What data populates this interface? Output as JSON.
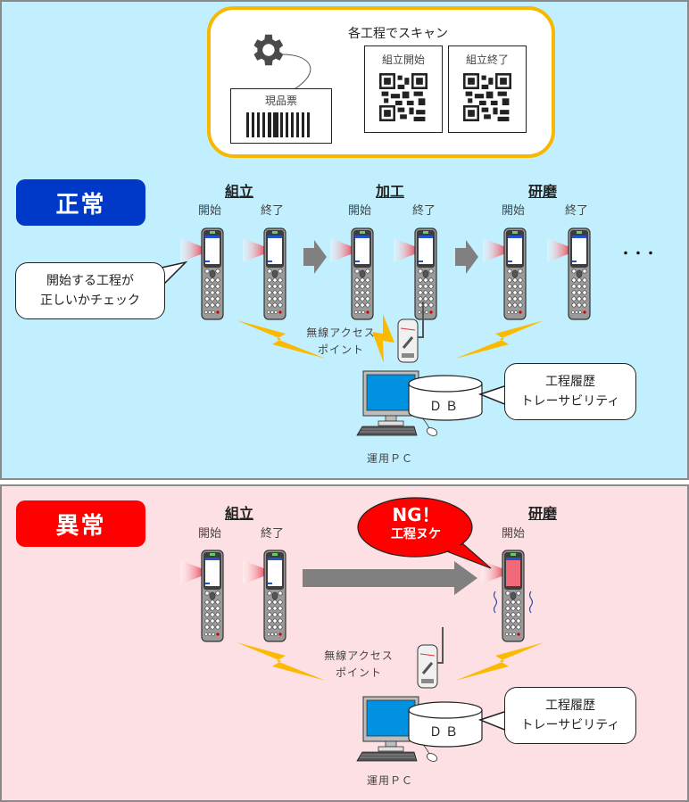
{
  "scan_box": {
    "title": "各工程でスキャン",
    "tag_label": "現品票",
    "qr_cards": [
      {
        "label": "組立開始"
      },
      {
        "label": "組立終了"
      }
    ],
    "colors": {
      "border": "#f6b800",
      "gear": "#4a4a4a"
    }
  },
  "normal": {
    "badge": "正常",
    "badge_color": "#0038c8",
    "processes": [
      {
        "name": "組立",
        "steps": [
          "開始",
          "終了"
        ]
      },
      {
        "name": "加工",
        "steps": [
          "開始",
          "終了"
        ]
      },
      {
        "name": "研磨",
        "steps": [
          "開始",
          "終了"
        ]
      }
    ],
    "ellipsis": "・・・",
    "callout": [
      "開始する工程が",
      "正しいかチェック"
    ],
    "access_point_label": [
      "無線アクセス",
      "ポイント"
    ],
    "db_label": "ＤＢ",
    "db_callout": [
      "工程履歴",
      "トレーサビリティ"
    ],
    "pc_label": "運用ＰＣ"
  },
  "abnormal": {
    "badge": "異常",
    "badge_color": "#ff0000",
    "processes": [
      {
        "name": "組立",
        "steps": [
          "開始",
          "終了"
        ]
      },
      {
        "name": "研磨",
        "steps": [
          "開始"
        ]
      }
    ],
    "ng_bubble": [
      "NG！",
      "工程ヌケ"
    ],
    "access_point_label": [
      "無線アクセス",
      "ポイント"
    ],
    "db_label": "ＤＢ",
    "db_callout": [
      "工程履歴",
      "トレーサビリティ"
    ],
    "pc_label": "運用ＰＣ"
  },
  "colors": {
    "normal_bg": "#c1effe",
    "abnormal_bg": "#fde0e3",
    "lightning": "#fbb900",
    "arrow": "#808080",
    "monitor_screen": "#0091e0"
  }
}
